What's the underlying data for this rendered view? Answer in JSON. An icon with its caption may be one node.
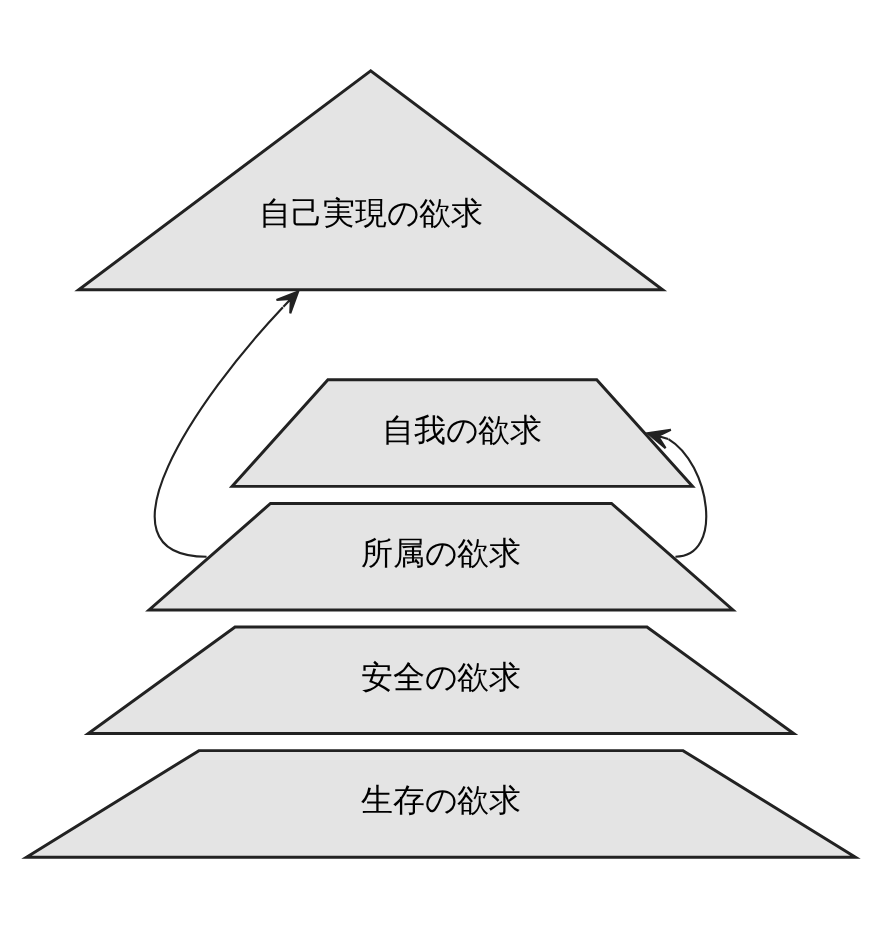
{
  "diagram": {
    "nodes": [
      {
        "text": [
          "自己実現の欲求"
        ]
      },
      {
        "text": [
          "自我の欲求"
        ]
      },
      {
        "text": [
          "所属の欲求"
        ]
      },
      {
        "text": [
          "安全の欲求"
        ]
      },
      {
        "text": [
          "生存の欲求"
        ]
      }
    ],
    "edges": [
      {
        "from": 2,
        "to": 0,
        "arrow": "to"
      },
      {
        "from": 2,
        "to": 1,
        "arrow": "to"
      }
    ]
  }
}
